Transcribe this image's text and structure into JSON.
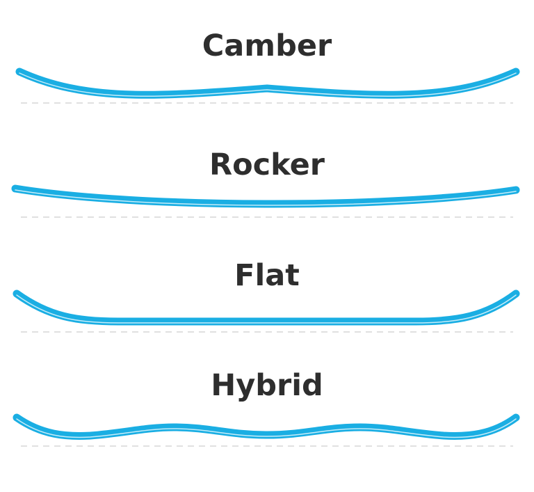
{
  "colors": {
    "board": "#1aaee3",
    "board_highlight": "#bfeaf8",
    "title_text": "#2e2e2e",
    "ground_line": "#d6d6d6",
    "background": "#ffffff"
  },
  "profiles": [
    {
      "title": "Camber",
      "shape": "camber",
      "description_icon": "camber-board-profile-icon"
    },
    {
      "title": "Rocker",
      "shape": "rocker",
      "description_icon": "rocker-board-profile-icon"
    },
    {
      "title": "Flat",
      "shape": "flat",
      "description_icon": "flat-board-profile-icon"
    },
    {
      "title": "Hybrid",
      "shape": "hybrid",
      "description_icon": "hybrid-board-profile-icon"
    }
  ]
}
